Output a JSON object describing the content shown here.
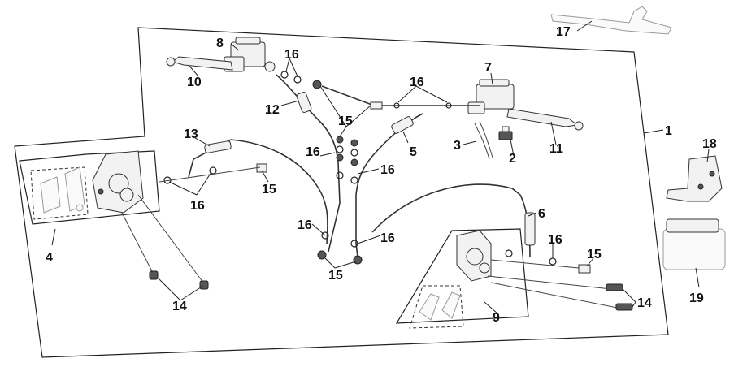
{
  "callouts": {
    "c1": "1",
    "c2": "2",
    "c3": "3",
    "c4": "4",
    "c5": "5",
    "c6": "6",
    "c7": "7",
    "c8": "8",
    "c9": "9",
    "c10": "10",
    "c11": "11",
    "c12": "12",
    "c13": "13",
    "c14a": "14",
    "c14b": "14",
    "c15a": "15",
    "c15b": "15",
    "c15c": "15",
    "c15d": "15",
    "c16a": "16",
    "c16b": "16",
    "c16c": "16",
    "c16d": "16",
    "c16e": "16",
    "c16f": "16",
    "c16g": "16",
    "c16h": "16",
    "c17": "17",
    "c18": "18",
    "c19": "19"
  },
  "colors": {
    "line": "#222222",
    "part_fill": "#f2f2f2"
  }
}
